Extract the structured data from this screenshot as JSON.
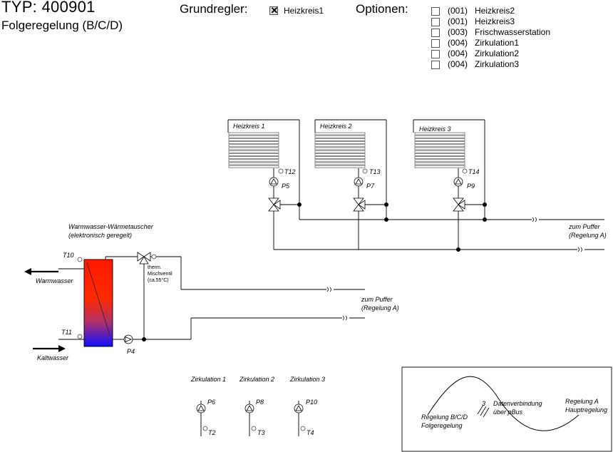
{
  "header": {
    "typ": "TYP: 400901",
    "subtitle": "Folgeregelung (B/C/D)",
    "grundregler_label": "Grundregler:",
    "grundregler_option": {
      "label": "Heizkreis1",
      "checked": true
    },
    "optionen_label": "Optionen:"
  },
  "options": [
    {
      "code": "(001)",
      "name": "Heizkreis2",
      "checked": false
    },
    {
      "code": "(001)",
      "name": "Heizkreis3",
      "checked": false
    },
    {
      "code": "(003)",
      "name": "Frischwasserstation",
      "checked": false
    },
    {
      "code": "(004)",
      "name": "Zirkulation1",
      "checked": false
    },
    {
      "code": "(004)",
      "name": "Zirkulation2",
      "checked": false
    },
    {
      "code": "(004)",
      "name": "Zirkulation3",
      "checked": false
    }
  ],
  "diagram": {
    "heizkreise": [
      {
        "title": "Heizkreis 1",
        "sensor": "T12",
        "pump": "P5"
      },
      {
        "title": "Heizkreis 2",
        "sensor": "T13",
        "pump": "P7"
      },
      {
        "title": "Heizkreis 3",
        "sensor": "T14",
        "pump": "P9"
      }
    ],
    "puffer_top_1": "zum Puffer",
    "puffer_top_2": "(Regelung A)",
    "ww_title_1": "Warmwasser-Wärmetauscher",
    "ww_title_2": "(elektronisch geregelt)",
    "t10": "T10",
    "t11": "T11",
    "warmwasser": "Warmwasser",
    "kaltwasser": "Kaltwasser",
    "p4": "P4",
    "mischventil_1": "therm.",
    "mischventil_2": "Mischventil",
    "mischventil_3": "(ca.55°C)",
    "puffer_mid_1": "zum Puffer",
    "puffer_mid_2": "(Regelung A)",
    "zirkulationen": [
      {
        "title": "Zirkulation 1",
        "pump": "P6",
        "sensor": "T2"
      },
      {
        "title": "Zirkulation 2",
        "pump": "P8",
        "sensor": "T3"
      },
      {
        "title": "Zirkulation 3",
        "pump": "P10",
        "sensor": "T4"
      }
    ],
    "legend": {
      "regelung_bcd_1": "Regelung B/C/D",
      "regelung_bcd_2": "Folgeregelung",
      "number": "3",
      "daten_1": "Datenverbindung",
      "daten_2": "über pBus",
      "regelung_a_1": "Regelung A",
      "regelung_a_2": "Hauptregelung"
    }
  }
}
